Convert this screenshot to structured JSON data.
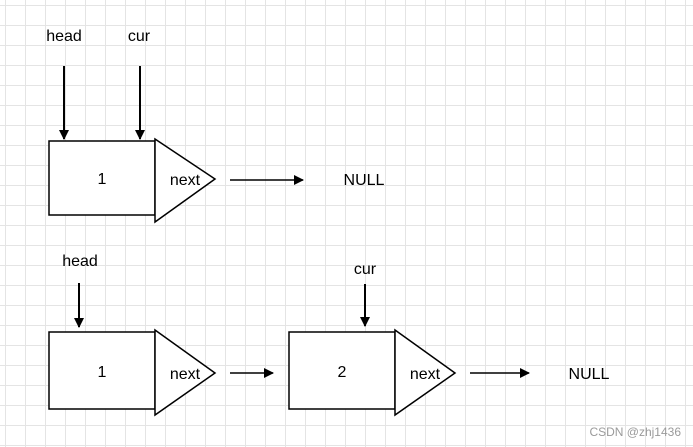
{
  "diagram1": {
    "pointer_head": "head",
    "pointer_cur": "cur",
    "node1_value": "1",
    "node1_next": "next",
    "null_label": "NULL"
  },
  "diagram2": {
    "pointer_head": "head",
    "pointer_cur": "cur",
    "node1_value": "1",
    "node1_next": "next",
    "node2_value": "2",
    "node2_next": "next",
    "null_label": "NULL"
  },
  "watermark": "CSDN @zhj1436",
  "colors": {
    "line": "#000000",
    "grid": "#e4e4e4",
    "watermark": "#9a9a9a"
  }
}
